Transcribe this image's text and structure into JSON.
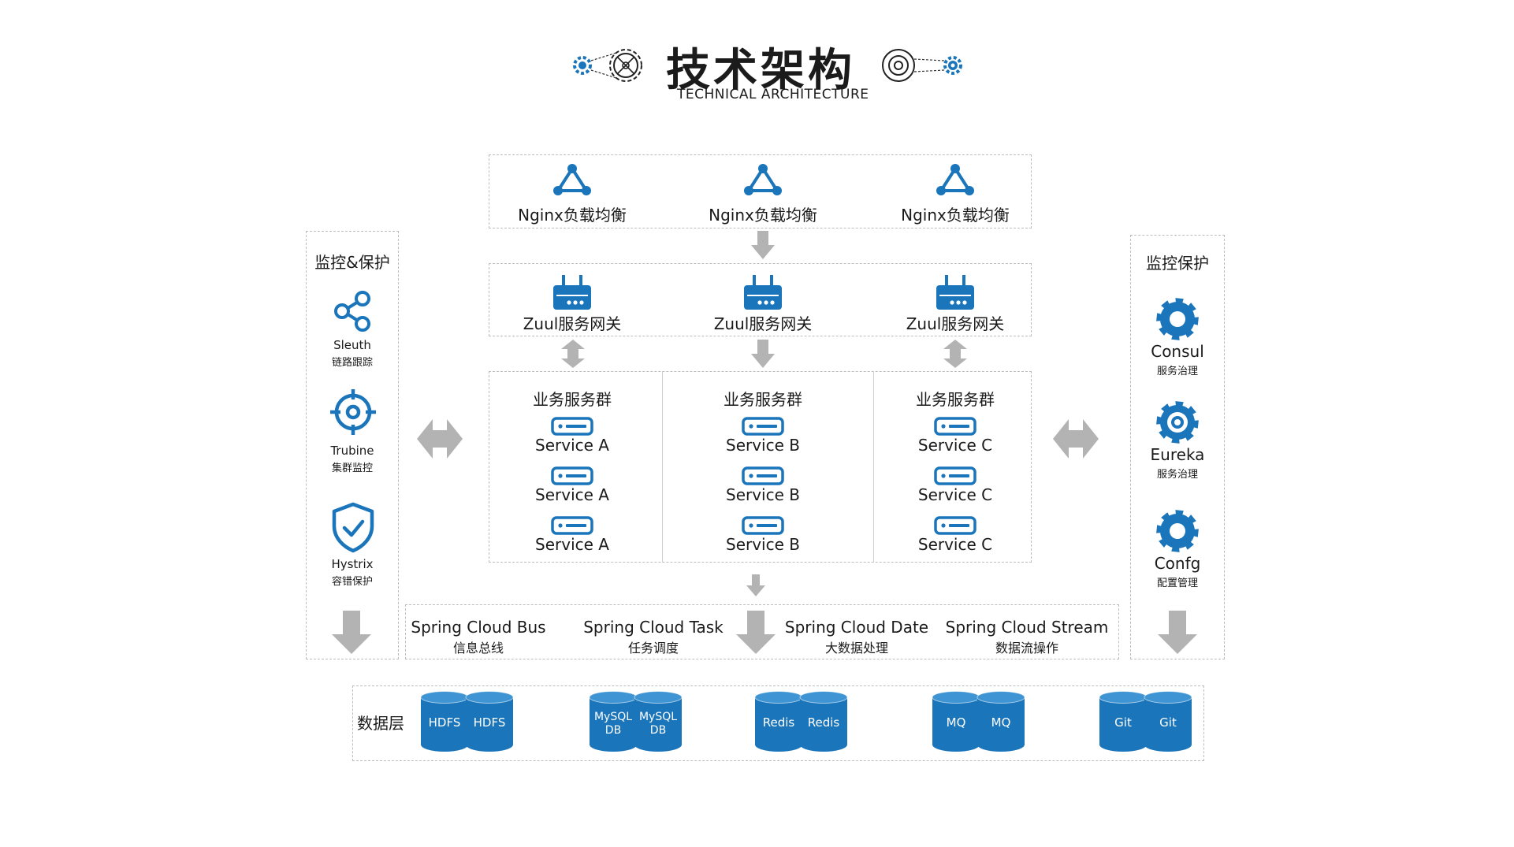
{
  "header": {
    "title": "技术架构",
    "subtitle": "TECHNICAL ARCHITECTURE"
  },
  "colors": {
    "accent": "#1a75bb",
    "arrow": "#b3b3b3",
    "border": "#bdbdbd"
  },
  "nginx": {
    "items": [
      {
        "label": "Nginx负载均衡",
        "icon": "network-triangle-icon"
      },
      {
        "label": "Nginx负载均衡",
        "icon": "network-triangle-icon"
      },
      {
        "label": "Nginx负载均衡",
        "icon": "network-triangle-icon"
      }
    ]
  },
  "zuul": {
    "items": [
      {
        "label": "Zuul服务网关",
        "icon": "router-icon"
      },
      {
        "label": "Zuul服务网关",
        "icon": "router-icon"
      },
      {
        "label": "Zuul服务网关",
        "icon": "router-icon"
      }
    ]
  },
  "services": {
    "groups": [
      {
        "title": "业务服务群",
        "items": [
          "Service A",
          "Service A",
          "Service A"
        ]
      },
      {
        "title": "业务服务群",
        "items": [
          "Service B",
          "Service B",
          "Service B"
        ]
      },
      {
        "title": "业务服务群",
        "items": [
          "Service C",
          "Service C",
          "Service C"
        ]
      }
    ]
  },
  "left_panel": {
    "title": "监控&保护",
    "items": [
      {
        "name": "Sleuth",
        "desc": "链路跟踪",
        "icon": "share-icon"
      },
      {
        "name": "Trubine",
        "desc": "集群监控",
        "icon": "crosshair-icon"
      },
      {
        "name": "Hystrix",
        "desc": "容错保护",
        "icon": "shield-check-icon"
      }
    ]
  },
  "right_panel": {
    "title": "监控保护",
    "items": [
      {
        "name": "Consul",
        "desc": "服务治理",
        "icon": "gear-icon"
      },
      {
        "name": "Eureka",
        "desc": "服务治理",
        "icon": "gear-icon"
      },
      {
        "name": "Confg",
        "desc": "配置管理",
        "icon": "gear-icon"
      }
    ]
  },
  "spring": {
    "items": [
      {
        "name": "Spring Cloud Bus",
        "desc": "信息总线"
      },
      {
        "name": "Spring Cloud Task",
        "desc": "任务调度"
      },
      {
        "name": "Spring Cloud Date",
        "desc": "大数据处理"
      },
      {
        "name": "Spring Cloud Stream",
        "desc": "数据流操作"
      }
    ]
  },
  "data_layer": {
    "title": "数据层",
    "pairs": [
      [
        "HDFS",
        "HDFS"
      ],
      [
        "MySQL DB",
        "MySQL DB"
      ],
      [
        "Redis",
        "Redis"
      ],
      [
        "MQ",
        "MQ"
      ],
      [
        "Git",
        "Git"
      ]
    ]
  }
}
